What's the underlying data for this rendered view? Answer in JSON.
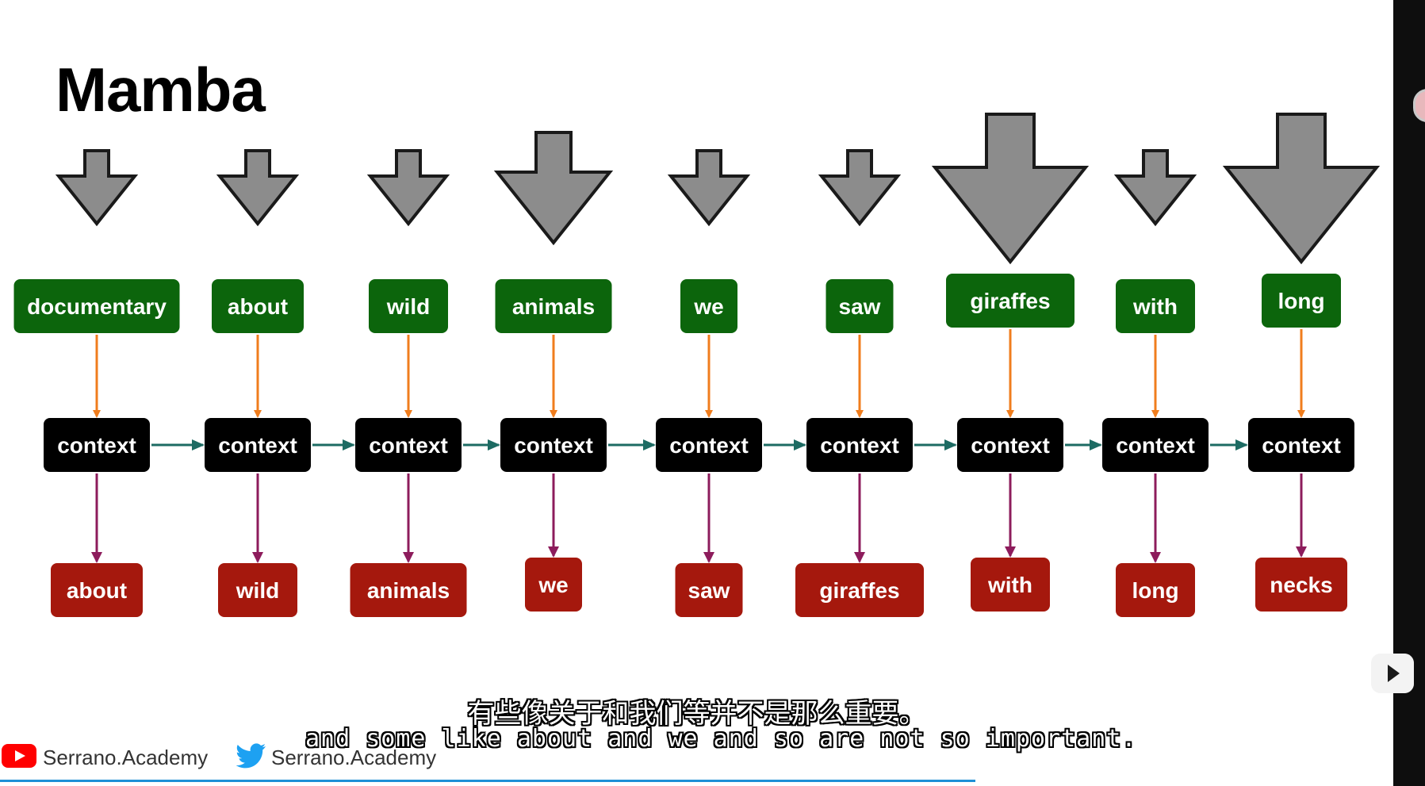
{
  "title": "Mamba",
  "colors": {
    "input_box": "#0c650c",
    "context_box": "#000000",
    "output_box": "#a5180d",
    "input_arrow": "#f07d1d",
    "context_arrow": "#1d6b63",
    "output_arrow": "#8d1c5c",
    "attention_arrow_fill": "#8c8c8c"
  },
  "columns": [
    {
      "input": "documentary",
      "context": "context",
      "output": "about",
      "weight": "small"
    },
    {
      "input": "about",
      "context": "context",
      "output": "wild",
      "weight": "small"
    },
    {
      "input": "wild",
      "context": "context",
      "output": "animals",
      "weight": "small"
    },
    {
      "input": "animals",
      "context": "context",
      "output": "we",
      "weight": "medium"
    },
    {
      "input": "we",
      "context": "context",
      "output": "saw",
      "weight": "small"
    },
    {
      "input": "saw",
      "context": "context",
      "output": "giraffes",
      "weight": "small"
    },
    {
      "input": "giraffes",
      "context": "context",
      "output": "with",
      "weight": "large"
    },
    {
      "input": "with",
      "context": "context",
      "output": "long",
      "weight": "small"
    },
    {
      "input": "long",
      "context": "context",
      "output": "necks",
      "weight": "large"
    }
  ],
  "subtitles": {
    "zh": "有些像关于和我们等并不是那么重要。",
    "en": "and some like about and we and so are not so important."
  },
  "footer": {
    "youtube_icon": "youtube-icon",
    "youtube_handle": "Serrano.Academy",
    "twitter_icon": "twitter-icon",
    "twitter_handle": "Serrano.Academy"
  },
  "video_progress": 0.7
}
